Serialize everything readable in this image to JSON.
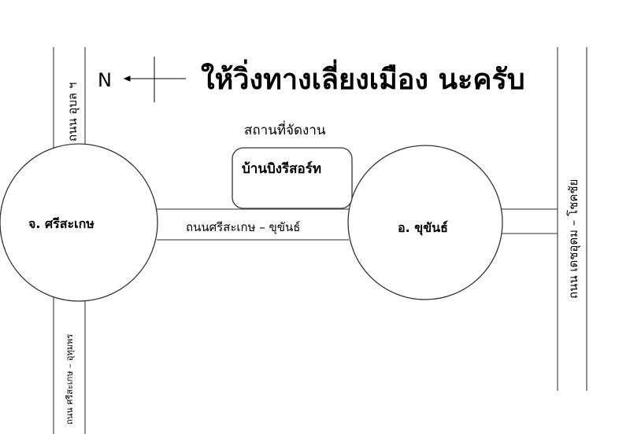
{
  "title": "ให้วิ่งทางเลี่ยงเมือง  นะครับ",
  "north_label": "N",
  "venue_caption": "สถานที่จัดงาน",
  "venue_name": "บ้านบิงรีสอร์ท",
  "left_circle": "จ. ศรีสะเกษ",
  "right_circle": "อ. ขุขันธ์",
  "roads": {
    "middle": "ถนนศรีสะเกษ – ขุขันธ์",
    "left_top": "ถนน อุบล ฯ",
    "left_bottom": "ถนน ศรีสะเกษ – อุทุมพร",
    "right": "ถนน เดชอุดม – โชคชัย"
  }
}
